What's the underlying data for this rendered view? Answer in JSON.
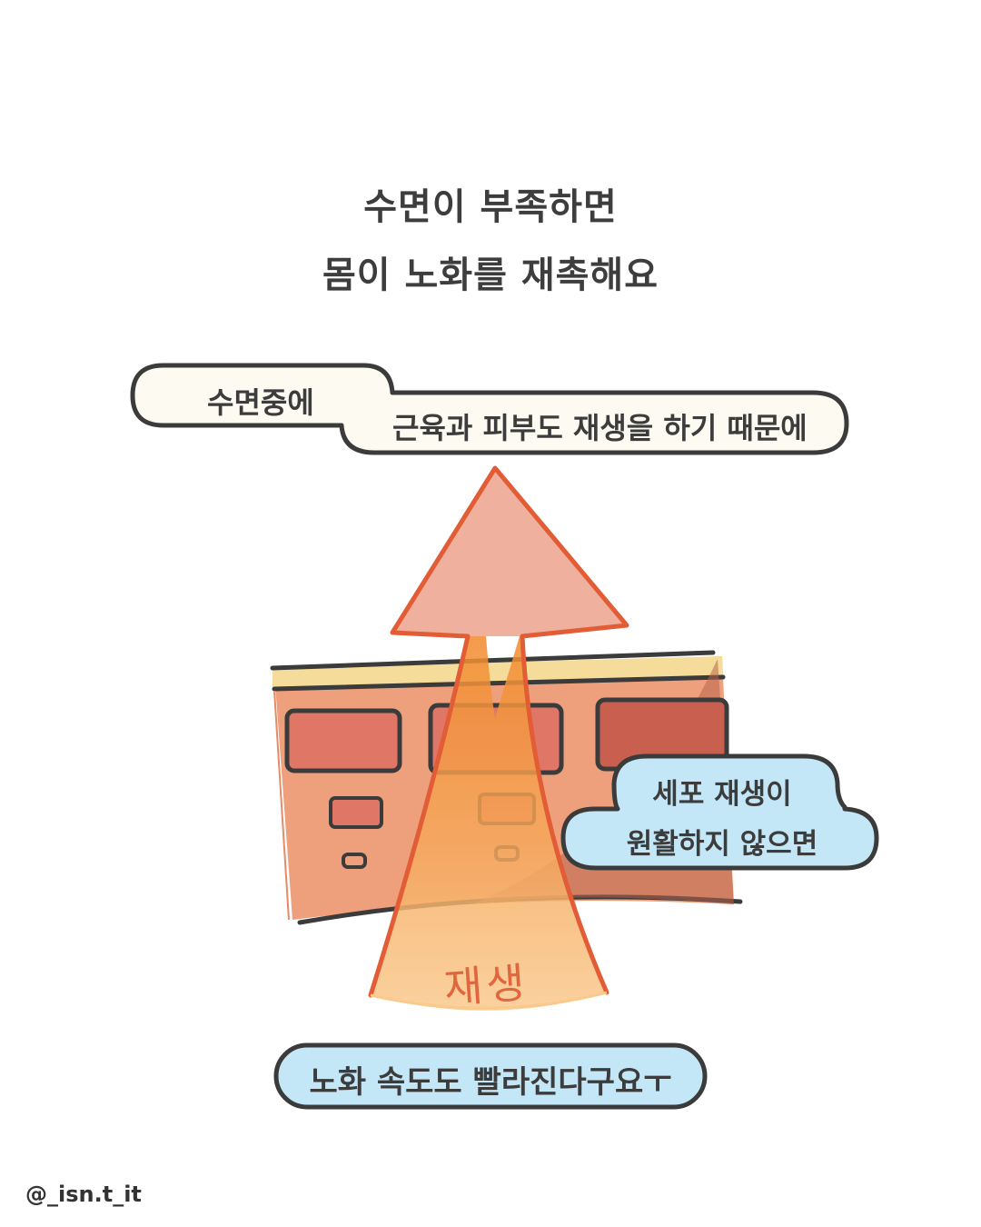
{
  "title": {
    "line1": "수면이 부족하면",
    "line2": "몸이 노화를 재촉해요"
  },
  "bubbles": {
    "sleep": "수면중에",
    "regeneration": "근육과 피부도 재생을 하기 때문에",
    "cell_line1": "세포 재생이",
    "cell_line2": "원활하지 않으면",
    "aging": "노화 속도도 빨라진다구요ㅜ"
  },
  "arrow_label": "재생",
  "handle": "@_isn.t_it",
  "colors": {
    "outline": "#3b3b3b",
    "bubble_cream": "#fdfaf2",
    "bubble_blue": "#c4e7f7",
    "skin": "#ee9f7c",
    "skin_top": "#f5dc9a",
    "window": "#e07766",
    "arrow_stroke": "#e25c36",
    "arrow_head": "#efb19e",
    "arrow_glow": "#f9c98d"
  }
}
